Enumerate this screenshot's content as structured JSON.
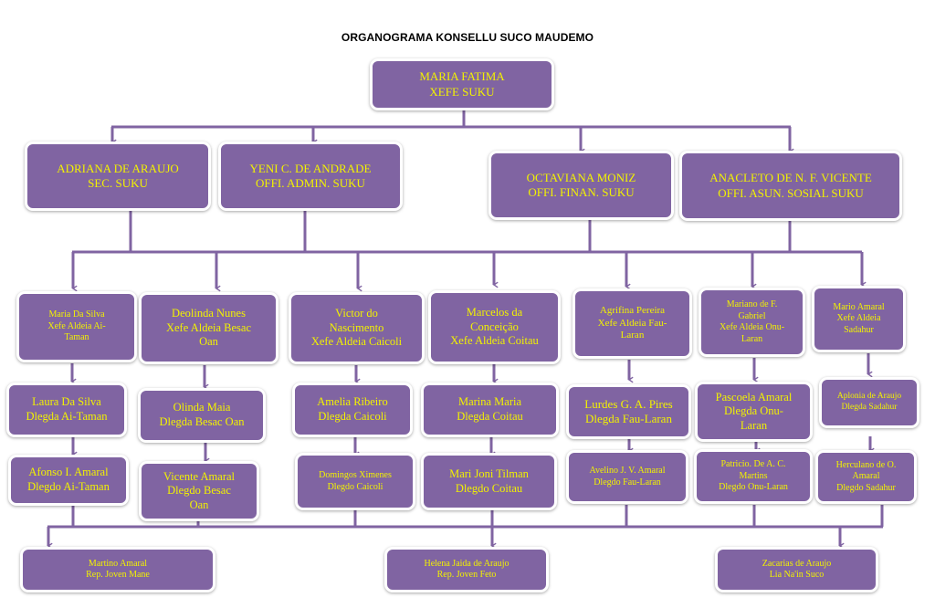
{
  "title": "ORGANOGRAMA KONSELLU SUCO MAUDEMO",
  "colors": {
    "box_fill": "#8064a2",
    "box_text": "#f2f200",
    "connector": "#8064a2",
    "title_text": "#000000"
  },
  "top": {
    "name": "MARIA FATIMA",
    "role": "XEFE SUKU"
  },
  "officers": [
    {
      "name": "ADRIANA DE ARAUJO",
      "role": "SEC. SUKU"
    },
    {
      "name": "YENI C. DE ANDRADE",
      "role": "OFFI. ADMIN. SUKU"
    },
    {
      "name": "OCTAVIANA MONIZ",
      "role": "OFFI. FINAN. SUKU"
    },
    {
      "name": "ANACLETO DE N. F. VICENTE",
      "role": "OFFI. ASUN. SOSIAL SUKU"
    }
  ],
  "aldeias": [
    {
      "chief": "Maria Da Silva\nXefe Aldeia Ai-\nTaman",
      "delegada": "Laura Da Silva\nDlegda Ai-Taman",
      "delegado": "Afonso I. Amaral\nDlegdo Ai-Taman"
    },
    {
      "chief": "Deolinda Nunes\nXefe Aldeia Besac\nOan",
      "delegada": "Olinda Maia\nDlegda Besac Oan",
      "delegado": "Vicente Amaral\nDlegdo Besac\nOan"
    },
    {
      "chief": "Victor do\nNascimento\nXefe Aldeia Caicoli",
      "delegada": "Amelia Ribeiro\nDlegda Caicoli",
      "delegado": "Domingos Ximenes\nDlegdo Caicoli"
    },
    {
      "chief": "Marcelos  da\nConceição\nXefe Aldeia Coitau",
      "delegada": "Marina Maria\nDlegda Coitau",
      "delegado": "Mari Joni Tilman\nDlegdo Coitau"
    },
    {
      "chief": "Agrifina Pereira\nXefe Aldeia Fau-\nLaran",
      "delegada": "Lurdes G. A. Pires\nDlegda Fau-Laran",
      "delegado": "Avelino J. V. Amaral\nDlegdo Fau-Laran"
    },
    {
      "chief": "Mariano de F.\nGabriel\nXefe  Aldeia Onu-\nLaran",
      "delegada": "Pascoela Amaral\nDlegda Onu-\nLaran",
      "delegado": "Patricio. De A. C.\nMartins\nDlegdo Onu-Laran"
    },
    {
      "chief": "Mario Amaral\nXefe Aldeia\nSadahur",
      "delegada": "Aplonia de Araujo\nDlegda Sadahur",
      "delegado": "Herculano de O.\nAmaral\nDlegdo Sadahur"
    }
  ],
  "representatives": [
    {
      "text": "Martino Amaral\nRep. Joven Mane"
    },
    {
      "text": "Helena Jaida de Araujo\nRep. Joven Feto"
    },
    {
      "text": "Zacarias de Araujo\nLia Na'in Suco"
    }
  ]
}
